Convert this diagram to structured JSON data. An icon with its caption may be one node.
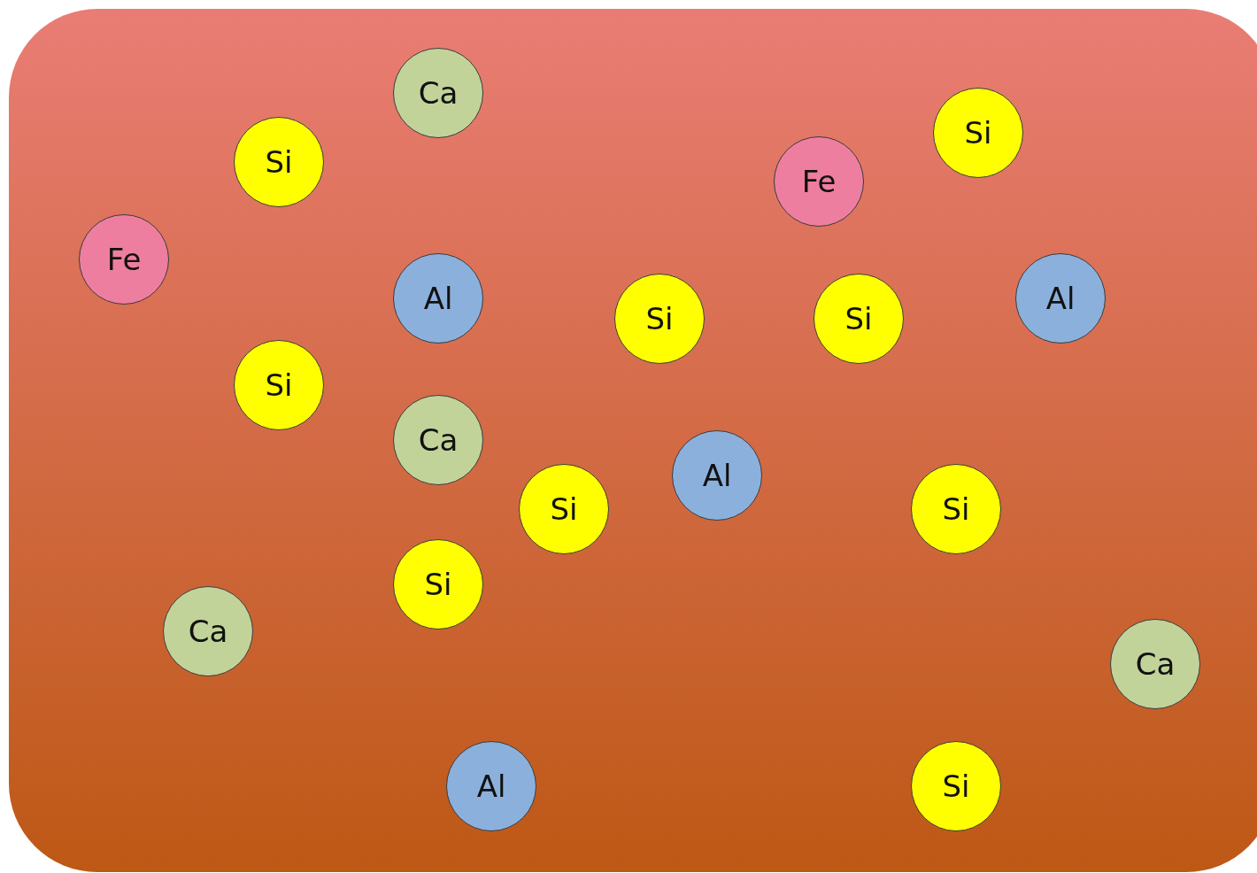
{
  "diagram": {
    "nodes": [
      {
        "text": [
          "Ca"
        ]
      },
      {
        "text": [
          "Si"
        ]
      },
      {
        "text": [
          "Si"
        ]
      },
      {
        "text": [
          "Fe"
        ]
      },
      {
        "text": [
          "Fe"
        ]
      },
      {
        "text": [
          "Al"
        ]
      },
      {
        "text": [
          "Al"
        ]
      },
      {
        "text": [
          "Si"
        ]
      },
      {
        "text": [
          "Si"
        ]
      },
      {
        "text": [
          "Si"
        ]
      },
      {
        "text": [
          "Ca"
        ]
      },
      {
        "text": [
          "Al"
        ]
      },
      {
        "text": [
          "Si"
        ]
      },
      {
        "text": [
          "Si"
        ]
      },
      {
        "text": [
          "Si"
        ]
      },
      {
        "text": [
          "Ca"
        ]
      },
      {
        "text": [
          "Ca"
        ]
      },
      {
        "text": [
          "Al"
        ]
      },
      {
        "text": [
          "Si"
        ]
      }
    ]
  }
}
